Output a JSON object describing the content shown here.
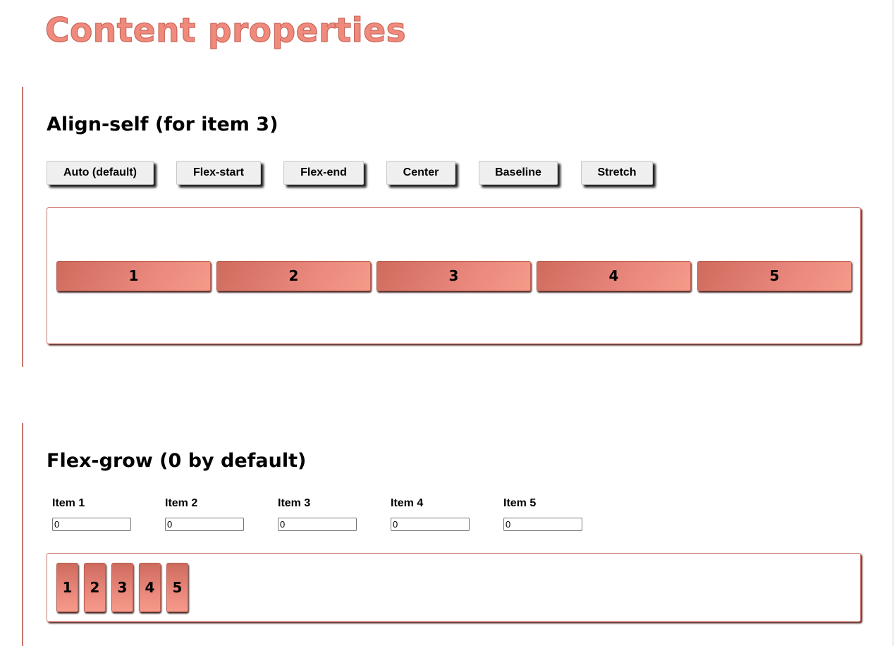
{
  "page": {
    "title": "Content properties"
  },
  "align_self": {
    "title": "Align-self (for item 3)",
    "buttons": [
      {
        "label": "Auto (default)"
      },
      {
        "label": "Flex-start"
      },
      {
        "label": "Flex-end"
      },
      {
        "label": "Center"
      },
      {
        "label": "Baseline"
      },
      {
        "label": "Stretch"
      }
    ],
    "items": [
      "1",
      "2",
      "3",
      "4",
      "5"
    ]
  },
  "flex_grow": {
    "title": "Flex-grow (0 by default)",
    "fields": [
      {
        "label": "Item 1",
        "value": "0"
      },
      {
        "label": "Item 2",
        "value": "0"
      },
      {
        "label": "Item 3",
        "value": "0"
      },
      {
        "label": "Item 4",
        "value": "0"
      },
      {
        "label": "Item 5",
        "value": "0"
      }
    ],
    "items": [
      "1",
      "2",
      "3",
      "4",
      "5"
    ]
  },
  "colors": {
    "title": "#f08a7c",
    "accent": "#c9756b",
    "item_gradient_start": "#cd6b5d",
    "item_gradient_end": "#f59a8a",
    "button_bg": "#efefef"
  }
}
